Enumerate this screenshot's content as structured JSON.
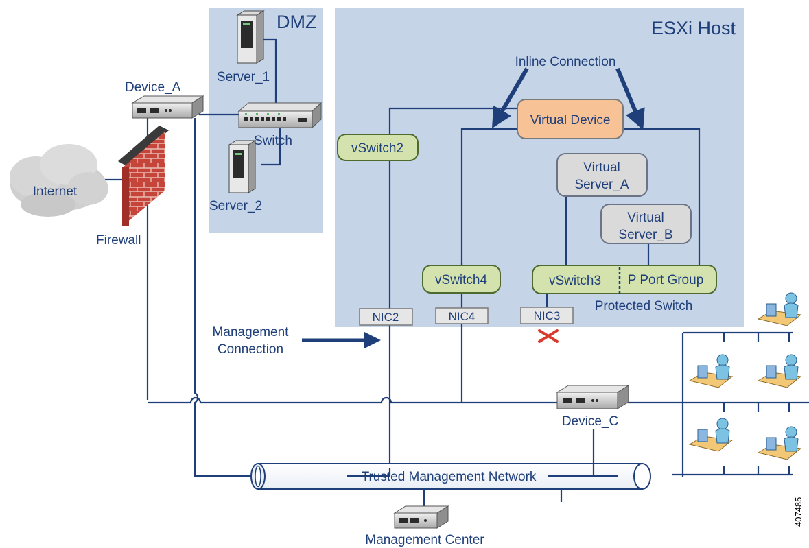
{
  "zones": {
    "dmz": "DMZ",
    "esxi": "ESXi Host"
  },
  "labels": {
    "device_a": "Device_A",
    "device_c": "Device_C",
    "internet": "Internet",
    "firewall": "Firewall",
    "server_1": "Server_1",
    "server_2": "Server_2",
    "switch": "Switch",
    "inline_connection": "Inline Connection",
    "management_connection_line1": "Management",
    "management_connection_line2": "Connection",
    "protected_switch": "Protected Switch",
    "trusted_network": "Trusted Management Network",
    "management_center": "Management Center",
    "figure_id": "407485"
  },
  "boxes": {
    "virtual_device": "Virtual Device",
    "vswitch2": "vSwitch2",
    "vswitch4": "vSwitch4",
    "vswitch3": "vSwitch3",
    "p_port_group": "P Port Group",
    "virtual_server_a_line1": "Virtual",
    "virtual_server_a_line2": "Server_A",
    "virtual_server_b_line1": "Virtual",
    "virtual_server_b_line2": "Server_B"
  },
  "nics": {
    "nic2": "NIC2",
    "nic4": "NIC4",
    "nic3": "NIC3"
  },
  "colors": {
    "zone_fill": "#c5d4e7",
    "line": "#1f3f7a",
    "vswitch_fill": "#d4e3ae",
    "vswitch_stroke": "#4e6a2e",
    "virtual_device_fill": "#f7c296",
    "virtual_server_fill": "#dadada",
    "disconnect_mark": "#d83a2e"
  }
}
